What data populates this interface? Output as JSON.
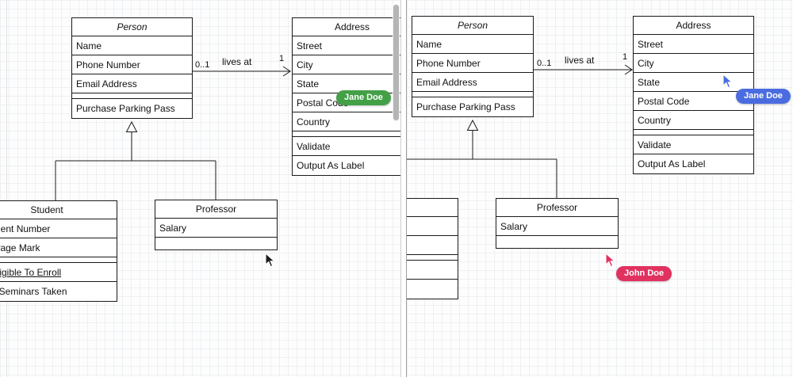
{
  "diagram": {
    "classes": {
      "person": {
        "title": "Person",
        "attributes": [
          "Name",
          "Phone Number",
          "Email Address"
        ],
        "methods": [
          "Purchase Parking Pass"
        ]
      },
      "address": {
        "title": "Address",
        "attributes": [
          "Street",
          "City",
          "State",
          "Postal Code",
          "Country"
        ],
        "methods": [
          "Validate",
          "Output As Label"
        ]
      },
      "student": {
        "title": "Student",
        "attributes": [
          "Student Number",
          "Average Mark"
        ],
        "methods": [
          "Is Eligible To Enroll",
          "Get Seminars Taken"
        ],
        "underlined_methods": [
          "Is Eligible To Enroll"
        ]
      },
      "professor": {
        "title": "Professor",
        "attributes": [
          "Salary"
        ],
        "methods": []
      }
    },
    "association": {
      "label": "lives at",
      "source_multiplicity": "0..1",
      "target_multiplicity": "1"
    }
  },
  "collaboration": {
    "left": {
      "badge": {
        "name": "Jane Doe",
        "color": "#43a047"
      },
      "cursor_color": "#1d1d1d"
    },
    "right": {
      "badges": [
        {
          "name": "Jane Doe",
          "color": "#4a6ce0"
        },
        {
          "name": "John Doe",
          "color": "#e0315f"
        }
      ]
    }
  }
}
